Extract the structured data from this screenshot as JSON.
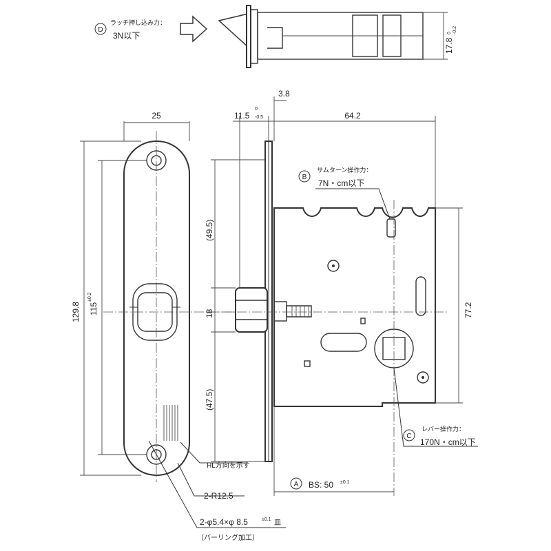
{
  "callouts": {
    "D": {
      "marker": "D",
      "line1": "ラッチ押し込み力：",
      "line2": "3N以下"
    },
    "B": {
      "marker": "B",
      "line1": "サムターン操作力：",
      "line2": "7N・cm以下"
    },
    "C": {
      "marker": "C",
      "line1": "レバー操作力：",
      "line2": "170N・cm以下"
    },
    "A": {
      "marker": "A",
      "prefix": "BS: 50",
      "tolerance": "±0.1"
    }
  },
  "dimensions": {
    "top_height": {
      "value": "17.8",
      "tol_upper": "0",
      "tol_lower": "-0.2"
    },
    "plate_width": "25",
    "plate_length": "129.8",
    "hole_pitch": {
      "value": "115",
      "tolerance": "±0.2"
    },
    "upper_offset": "(49.5)",
    "lower_offset": "(47.5)",
    "mid_height": "18",
    "front_thickness": "3.8",
    "setback": {
      "value": "11.5",
      "tol_upper": "0",
      "tol_lower": "-0.5"
    },
    "case_depth": "64.2",
    "case_height": "77.2"
  },
  "notes": {
    "hl_direction": "HL方向を示す",
    "radius": "2-R12.5",
    "holes": {
      "text": "2-φ5.4×φ 8.5",
      "tolerance": "±0.1",
      "suffix": "皿"
    },
    "burring": "（バーリング加工）"
  }
}
